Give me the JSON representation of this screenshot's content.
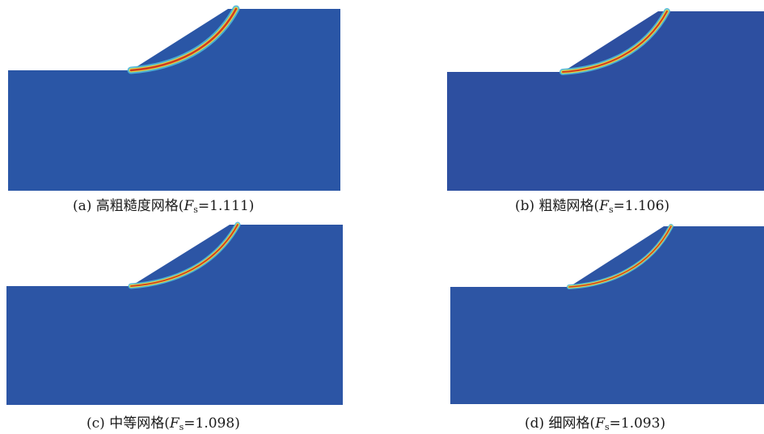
{
  "panels": [
    {
      "id": "a",
      "label": "(a) 高粗糙度网格(",
      "fs_symbol": "F",
      "fs_sub": "s",
      "fs_value": "=1.111)",
      "background_color": "#2a56a6",
      "band_widths": [
        9,
        5,
        2.5
      ]
    },
    {
      "id": "b",
      "label": "(b) 粗糙网格(",
      "fs_symbol": "F",
      "fs_sub": "s",
      "fs_value": "=1.106)",
      "background_color": "#2d4fa0",
      "band_widths": [
        8,
        4.5,
        2
      ]
    },
    {
      "id": "c",
      "label": "(c) 中等网格(",
      "fs_symbol": "F",
      "fs_sub": "s",
      "fs_value": "=1.098)",
      "background_color": "#2c55a5",
      "band_widths": [
        7,
        4,
        1.8
      ]
    },
    {
      "id": "d",
      "label": "(d) 细网格(",
      "fs_symbol": "F",
      "fs_sub": "s",
      "fs_value": "=1.093)",
      "background_color": "#2d55a4",
      "band_widths": [
        6,
        3.5,
        1.5
      ]
    }
  ],
  "colors": {
    "band_outer": "#4fb8d9",
    "band_mid": "#d9d84a",
    "band_core": "#d33b1e"
  }
}
